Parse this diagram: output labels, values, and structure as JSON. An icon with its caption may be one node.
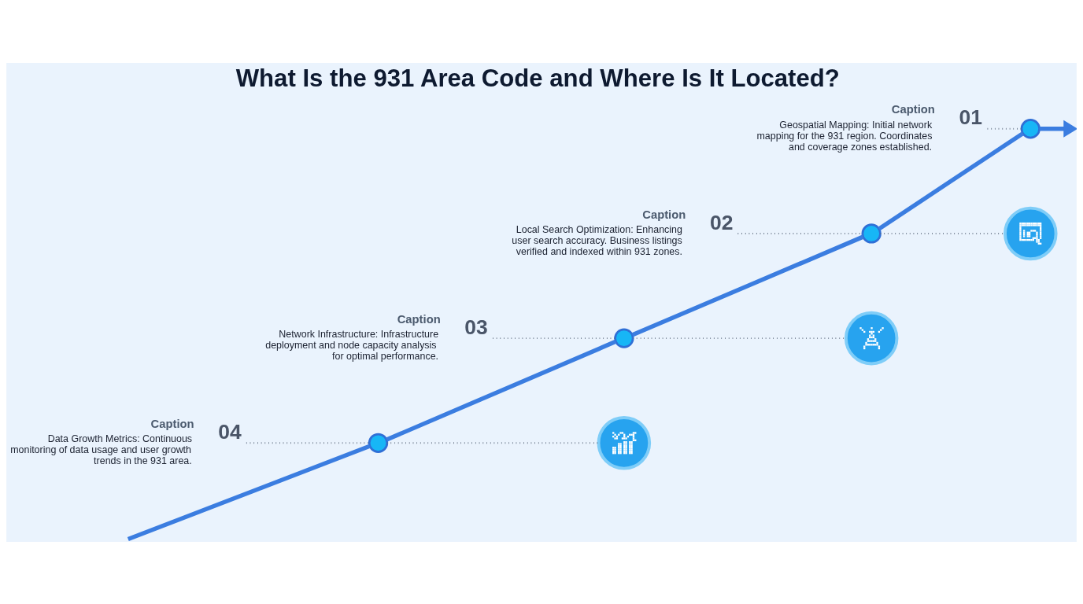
{
  "diagram": {
    "title": "What Is the 931 Area Code and Where Is It Located?",
    "nodes": [
      {
        "text": [
          "01"
        ],
        "beside": [
          "Caption",
          "Geospatial Mapping: Initial network mapping for the 931 region. Coordinates and coverage zones established."
        ]
      },
      {
        "text": [],
        "shape": "circle"
      },
      {
        "text": [
          "02"
        ],
        "beside": [
          "Caption",
          "Local Search Optimization: Enhancing user search accuracy. Business listings verified and indexed within 931 zones."
        ]
      },
      {
        "text": [],
        "shape": "circle"
      },
      {
        "text": [],
        "shape": "circle"
      },
      {
        "text": [
          "03"
        ],
        "beside": [
          "Caption",
          "Network Infrastructure: Infrastructure deployment and node capacity analysis for optimal performance."
        ]
      },
      {
        "text": [],
        "shape": "circle"
      },
      {
        "text": [],
        "shape": "circle"
      },
      {
        "text": [
          "04"
        ],
        "beside": [
          "Caption",
          "Data Growth Metrics: Continuous monitoring of data usage and user growth trends in the 931 area."
        ]
      },
      {
        "text": [],
        "shape": "circle"
      },
      {
        "text": [],
        "shape": "circle"
      }
    ],
    "edges": [
      {
        "from": 0,
        "to": 1,
        "arrow": "none",
        "style": "dashed"
      },
      {
        "from": 2,
        "to": 3,
        "arrow": "none",
        "style": "dashed"
      },
      {
        "from": 3,
        "to": 4,
        "arrow": "none",
        "style": "dashed"
      },
      {
        "from": 5,
        "to": 6,
        "arrow": "none",
        "style": "dashed"
      },
      {
        "from": 6,
        "to": 7,
        "arrow": "none",
        "style": "dashed"
      },
      {
        "from": 8,
        "to": 9,
        "arrow": "none",
        "style": "dashed"
      },
      {
        "from": 9,
        "to": 10,
        "arrow": "none",
        "style": "dashed"
      },
      {
        "from": null,
        "to": 9,
        "arrow": "none",
        "style": "thick",
        "color": "#3b7de0"
      },
      {
        "from": 9,
        "to": 6,
        "arrow": "none",
        "style": "thick",
        "color": "#3b7de0"
      },
      {
        "from": 6,
        "to": 3,
        "arrow": "none",
        "style": "thick",
        "color": "#3b7de0"
      },
      {
        "from": 3,
        "to": 1,
        "arrow": "none",
        "style": "thick",
        "color": "#3b7de0"
      },
      {
        "from": 1,
        "to": null,
        "arrow": "to",
        "style": "thick",
        "color": "#3b7de0"
      }
    ]
  }
}
